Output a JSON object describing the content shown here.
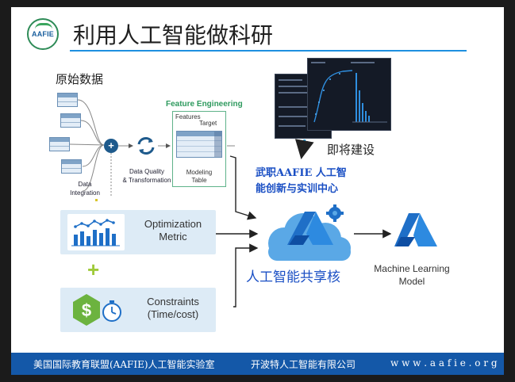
{
  "header": {
    "logo_text": "AAFIE",
    "title": "利用人工智能做科研"
  },
  "pipeline": {
    "raw_data_label": "原始数据",
    "data_integration_label": [
      "Data",
      "Integration"
    ],
    "transform_label": [
      "Data Quality",
      "& Transformation"
    ],
    "feature_engineering_title": "Feature Engineering",
    "features_label": "Features",
    "target_label": "Target",
    "modeling_table_label": [
      "Modeling",
      "Table"
    ]
  },
  "panels": {
    "optimization": [
      "Optimization",
      "Metric"
    ],
    "constraints": [
      "Constraints",
      "(Time/cost)"
    ],
    "plus_glyph": "+"
  },
  "center": {
    "coming_soon": "即将建设",
    "center_name": [
      "武职AAFIE 人工智",
      "能创新与实训中心"
    ],
    "shared_core": "人工智能共享核",
    "ml_model": [
      "Machine Learning",
      "Model"
    ]
  },
  "footer": {
    "left": "美国国际教育联盟(AAFIE)人工智能实验室",
    "middle": "开波特人工智能有限公司",
    "right": "w w w . a a f i e . o r g"
  },
  "colors": {
    "accent_blue": "#1458a8",
    "title_rule": "#1e90e0",
    "feature_green": "#2e9a5e",
    "panel_bg": "#ddebf6",
    "plus_green": "#9fca3a",
    "azure_blue": "#1f6fc7"
  },
  "icons": [
    "logo-emblem",
    "data-table-icon",
    "refresh-cycle-icon",
    "bar-chart-icon",
    "dollar-badge-icon",
    "stopwatch-icon",
    "azure-ml-icon",
    "gear-icon",
    "cloud-icon"
  ]
}
